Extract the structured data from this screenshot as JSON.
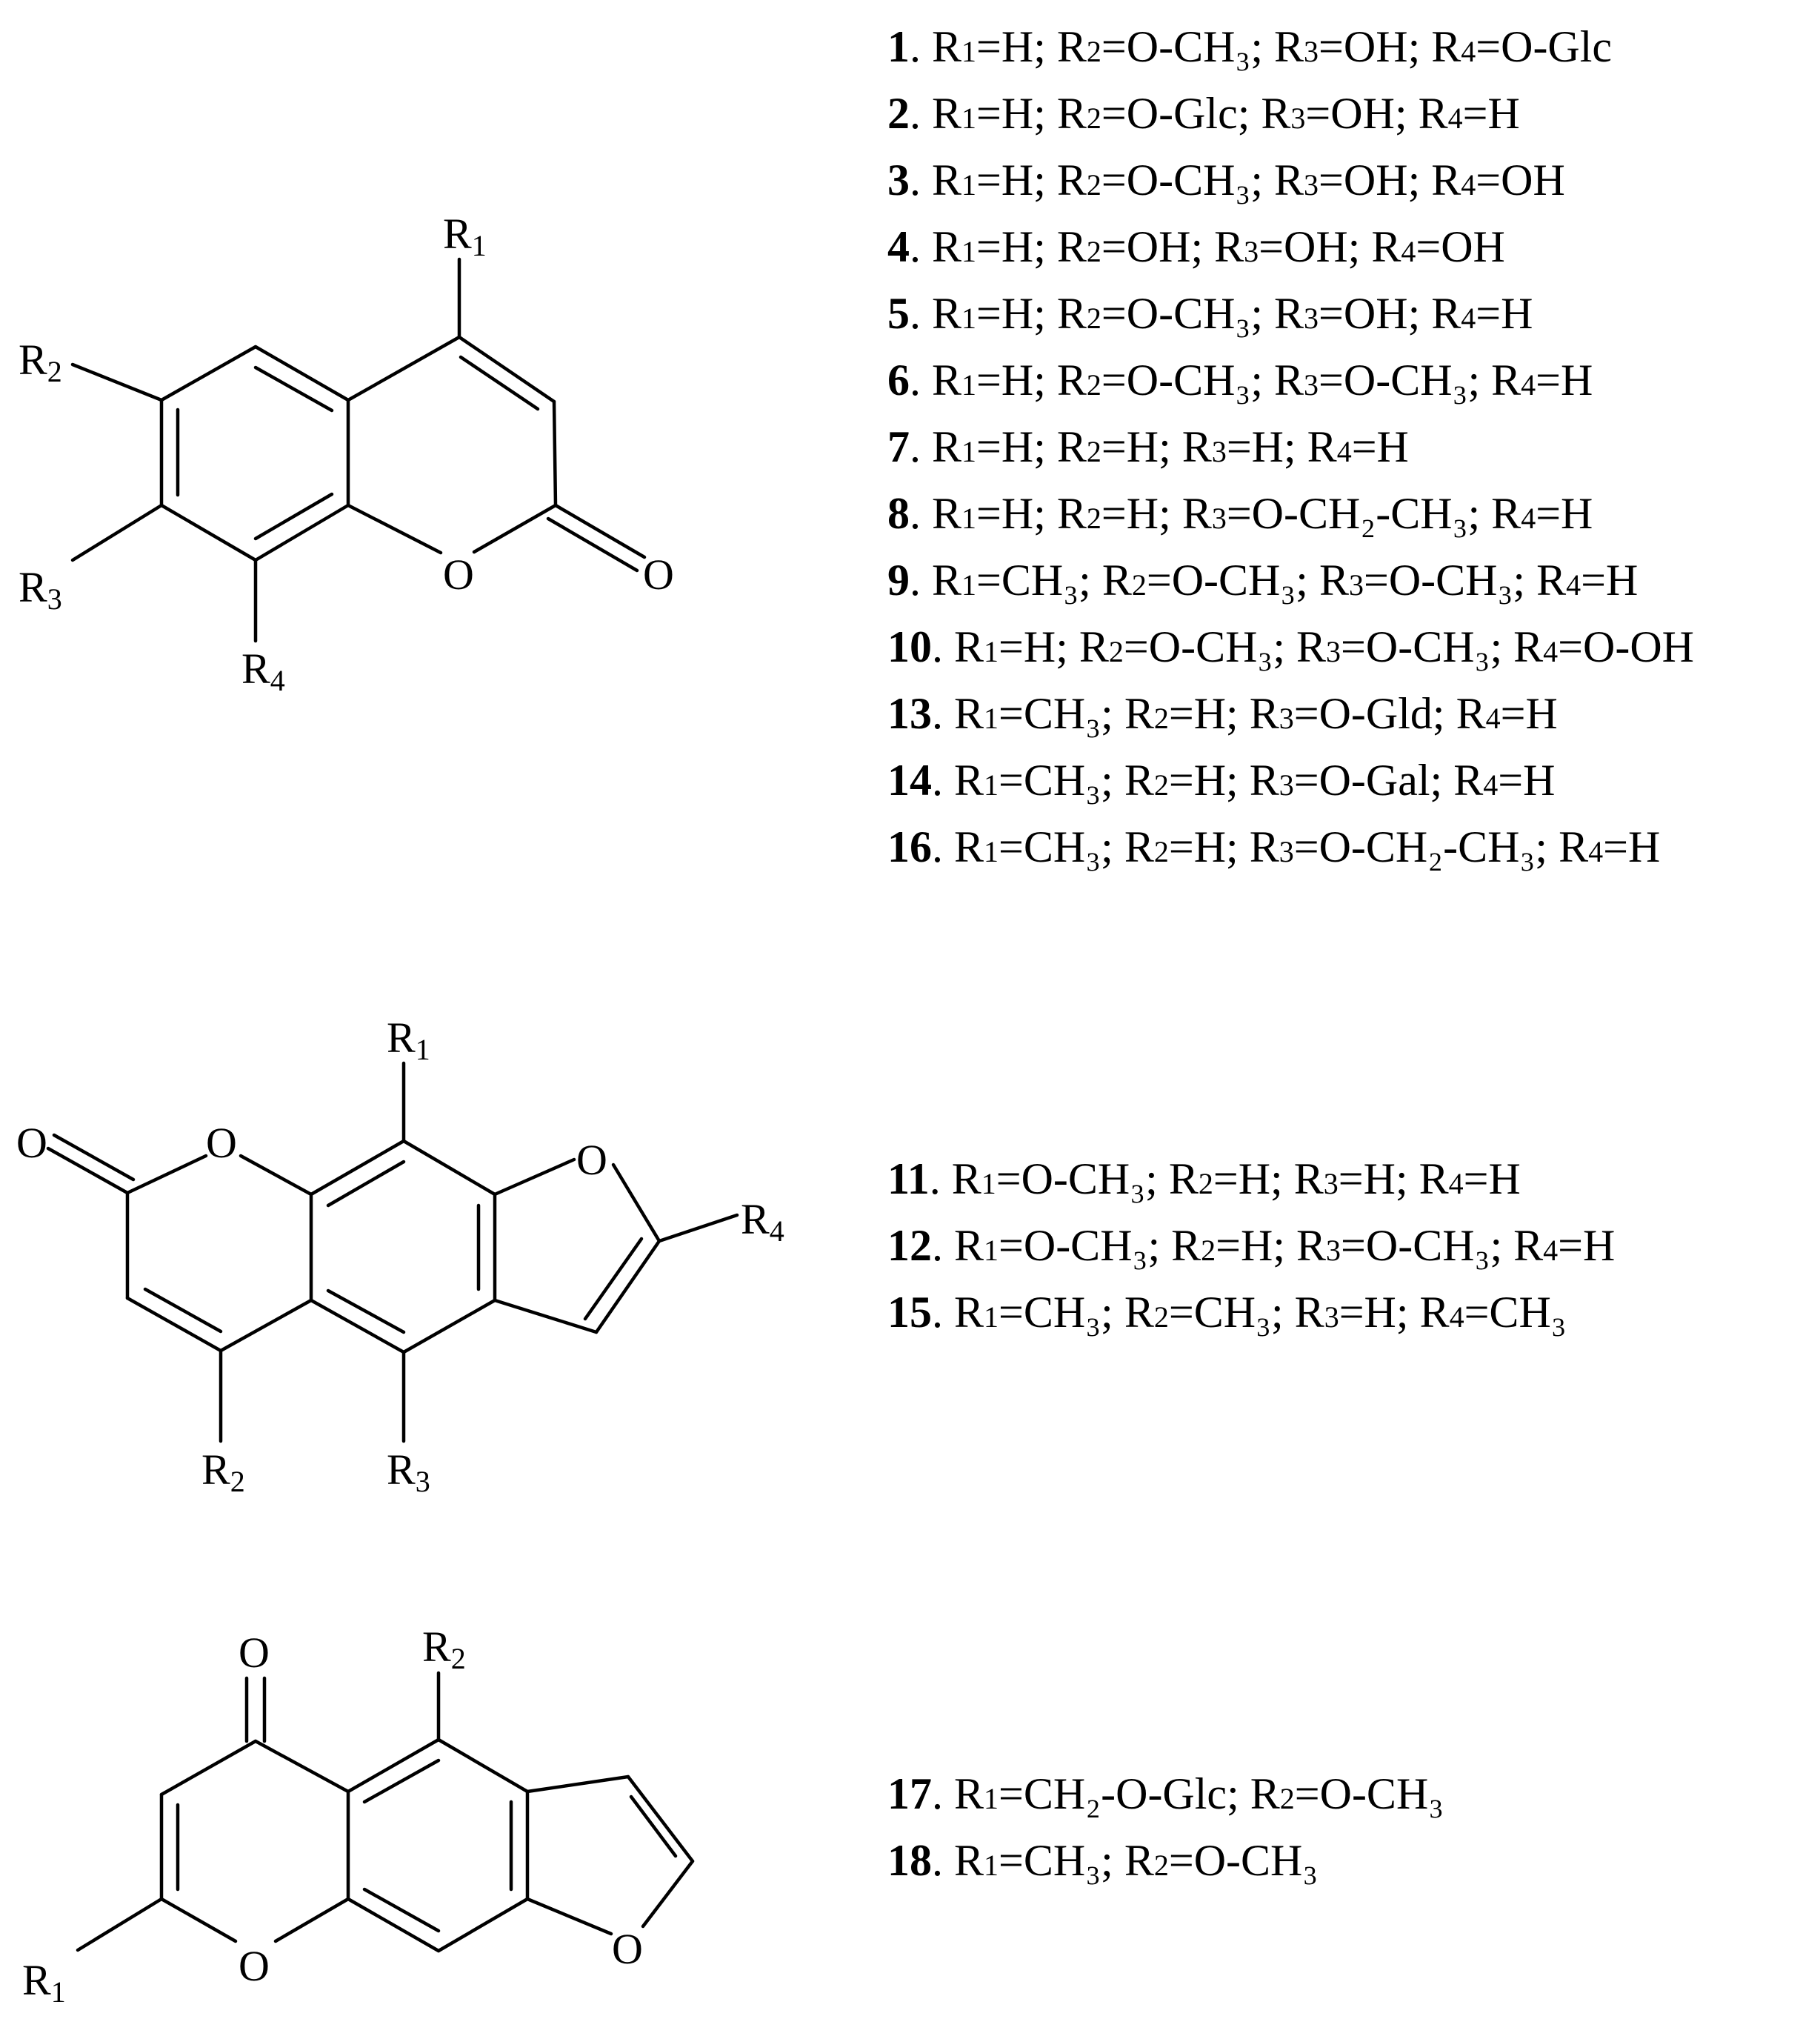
{
  "structures": [
    {
      "id": "coumarin",
      "atom_labels": {
        "r1": {
          "main": "R",
          "sub": "1"
        },
        "r2": {
          "main": "R",
          "sub": "2"
        },
        "r3": {
          "main": "R",
          "sub": "3"
        },
        "r4": {
          "main": "R",
          "sub": "4"
        },
        "o1": {
          "main": "O",
          "sub": ""
        },
        "o2": {
          "main": "O",
          "sub": ""
        }
      }
    },
    {
      "id": "furocoumarin",
      "atom_labels": {
        "r1": {
          "main": "R",
          "sub": "1"
        },
        "r2": {
          "main": "R",
          "sub": "2"
        },
        "r3": {
          "main": "R",
          "sub": "3"
        },
        "r4": {
          "main": "R",
          "sub": "4"
        },
        "o1": {
          "main": "O",
          "sub": ""
        },
        "o2": {
          "main": "O",
          "sub": ""
        },
        "o3": {
          "main": "O",
          "sub": ""
        }
      }
    },
    {
      "id": "furochromone",
      "atom_labels": {
        "r1": {
          "main": "R",
          "sub": "1"
        },
        "r2": {
          "main": "R",
          "sub": "2"
        },
        "o1": {
          "main": "O",
          "sub": ""
        },
        "o2": {
          "main": "O",
          "sub": ""
        },
        "o3": {
          "main": "O",
          "sub": ""
        }
      }
    }
  ],
  "compound_lists": [
    {
      "items": [
        {
          "num": "1",
          "subs": [
            [
              "1",
              "H"
            ],
            [
              "2",
              "O-CH₃"
            ],
            [
              "3",
              "OH"
            ],
            [
              "4",
              "O-Glc"
            ]
          ]
        },
        {
          "num": "2",
          "subs": [
            [
              "1",
              "H"
            ],
            [
              "2",
              "O-Glc"
            ],
            [
              "3",
              "OH"
            ],
            [
              "4",
              "H"
            ]
          ]
        },
        {
          "num": "3",
          "subs": [
            [
              "1",
              "H"
            ],
            [
              "2",
              "O-CH₃"
            ],
            [
              "3",
              "OH"
            ],
            [
              "4",
              "OH"
            ]
          ]
        },
        {
          "num": "4",
          "subs": [
            [
              "1",
              "H"
            ],
            [
              "2",
              "OH"
            ],
            [
              "3",
              "OH"
            ],
            [
              "4",
              "OH"
            ]
          ]
        },
        {
          "num": "5",
          "subs": [
            [
              "1",
              "H"
            ],
            [
              "2",
              "O-CH₃"
            ],
            [
              "3",
              "OH"
            ],
            [
              "4",
              "H"
            ]
          ]
        },
        {
          "num": "6",
          "subs": [
            [
              "1",
              "H"
            ],
            [
              "2",
              "O-CH₃"
            ],
            [
              "3",
              "O-CH₃"
            ],
            [
              "4",
              "H"
            ]
          ]
        },
        {
          "num": "7",
          "subs": [
            [
              "1",
              "H"
            ],
            [
              "2",
              "H"
            ],
            [
              "3",
              "H"
            ],
            [
              "4",
              "H"
            ]
          ]
        },
        {
          "num": "8",
          "subs": [
            [
              "1",
              "H"
            ],
            [
              "2",
              "H"
            ],
            [
              "3",
              "O-CH₂-CH₃"
            ],
            [
              "4",
              "H"
            ]
          ]
        },
        {
          "num": "9",
          "subs": [
            [
              "1",
              "CH₃"
            ],
            [
              "2",
              "O-CH₃"
            ],
            [
              "3",
              "O-CH₃"
            ],
            [
              "4",
              "H"
            ]
          ]
        },
        {
          "num": "10",
          "subs": [
            [
              "1",
              "H"
            ],
            [
              "2",
              "O-CH₃"
            ],
            [
              "3",
              "O-CH₃"
            ],
            [
              "4",
              "O-OH"
            ]
          ]
        },
        {
          "num": "13",
          "subs": [
            [
              "1",
              "CH₃"
            ],
            [
              "2",
              "H"
            ],
            [
              "3",
              "O-Gld"
            ],
            [
              "4",
              "H"
            ]
          ]
        },
        {
          "num": "14",
          "subs": [
            [
              "1",
              "CH₃"
            ],
            [
              "2",
              "H"
            ],
            [
              "3",
              "O-Gal"
            ],
            [
              "4",
              "H"
            ]
          ]
        },
        {
          "num": "16",
          "subs": [
            [
              "1",
              "CH₃"
            ],
            [
              "2",
              "H"
            ],
            [
              "3",
              "O-CH₂-CH₃"
            ],
            [
              "4",
              "H"
            ]
          ]
        }
      ]
    },
    {
      "items": [
        {
          "num": "11",
          "subs": [
            [
              "1",
              "O-CH₃"
            ],
            [
              "2",
              "H"
            ],
            [
              "3",
              "H"
            ],
            [
              "4",
              "H"
            ]
          ]
        },
        {
          "num": "12",
          "subs": [
            [
              "1",
              "O-CH₃"
            ],
            [
              "2",
              "H"
            ],
            [
              "3",
              "O-CH₃"
            ],
            [
              "4",
              "H"
            ]
          ]
        },
        {
          "num": "15",
          "subs": [
            [
              "1",
              "CH₃"
            ],
            [
              "2",
              "CH₃"
            ],
            [
              "3",
              "H"
            ],
            [
              "4",
              "CH₃"
            ]
          ]
        }
      ]
    },
    {
      "items": [
        {
          "num": "17",
          "subs": [
            [
              "1",
              "CH₂-O-Glc"
            ],
            [
              "2",
              "O-CH₃"
            ]
          ]
        },
        {
          "num": "18",
          "subs": [
            [
              "1",
              "CH₃"
            ],
            [
              "2",
              "O-CH₃"
            ]
          ]
        }
      ]
    }
  ]
}
